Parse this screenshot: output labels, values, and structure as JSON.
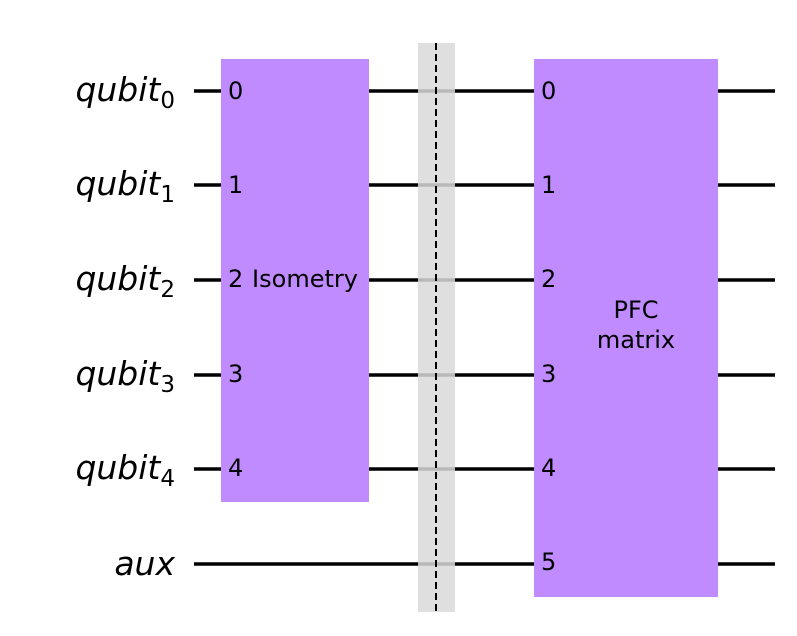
{
  "circuit": {
    "qubits": [
      {
        "name": "qubit",
        "index": "0"
      },
      {
        "name": "qubit",
        "index": "1"
      },
      {
        "name": "qubit",
        "index": "2"
      },
      {
        "name": "qubit",
        "index": "3"
      },
      {
        "name": "qubit",
        "index": "4"
      },
      {
        "name": "aux",
        "index": ""
      }
    ],
    "gates": [
      {
        "label": "Isometry",
        "ports": [
          "0",
          "1",
          "2",
          "3",
          "4"
        ],
        "color": "#bf8bff"
      },
      {
        "label_lines": [
          "PFC",
          "matrix"
        ],
        "ports": [
          "0",
          "1",
          "2",
          "3",
          "4",
          "5"
        ],
        "color": "#bf8bff"
      }
    ],
    "barrier": {
      "color": "#d9d9d9"
    },
    "wire_color": "#000000"
  }
}
